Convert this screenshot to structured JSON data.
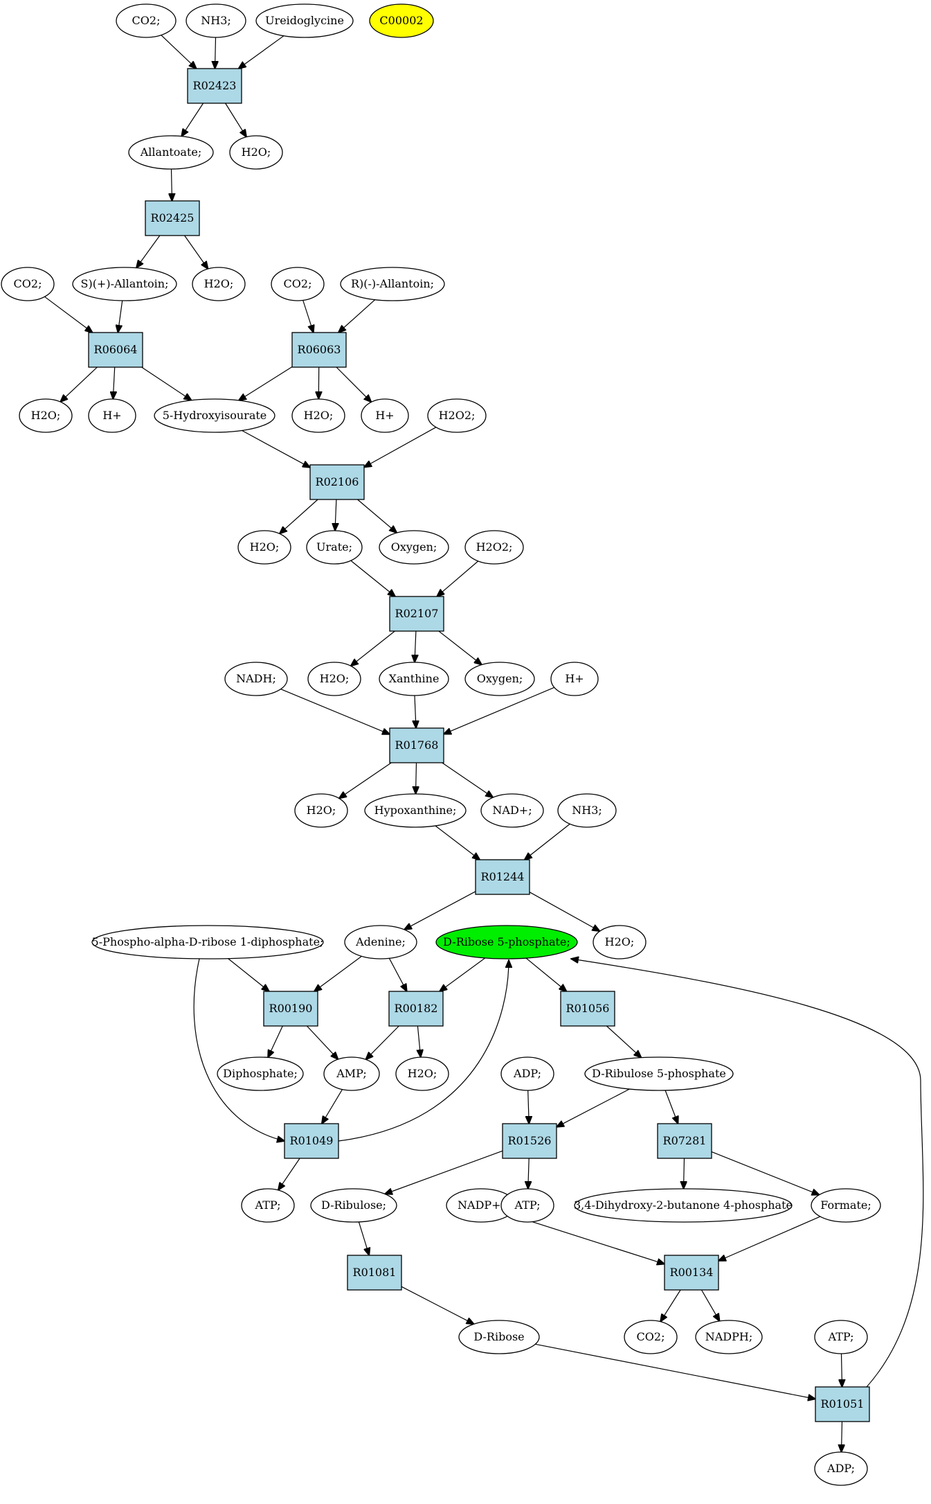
{
  "colors": {
    "reaction_fill": "#add8e6",
    "compound_fill": "#ffffff",
    "highlight_yellow": "#ffff00",
    "highlight_green": "#00ee00"
  },
  "reactions": [
    "R02423",
    "R02425",
    "R06064",
    "R06063",
    "R02106",
    "R02107",
    "R01768",
    "R01244",
    "R00190",
    "R00182",
    "R01056",
    "R01049",
    "R01526",
    "R07281",
    "R01081",
    "R00134",
    "R01051"
  ],
  "compounds": {
    "co2_top": "CO2;",
    "nh3_top": "NH3;",
    "ureidoglycine": "Ureidoglycine",
    "c00002": "C00002",
    "allantoate": "Allantoate;",
    "h2o_r02423": "H2O;",
    "s_allantoin": "S)(+)-Allantoin;",
    "h2o_r02425": "H2O;",
    "co2_r06064": "CO2;",
    "co2_r06063": "CO2;",
    "r_allantoin": "R)(-)-Allantoin;",
    "h2o_r06064": "H2O;",
    "hplus_r06064": "H+",
    "hydroxyisourate": "5-Hydroxyisourate",
    "h2o_r06063": "H2O;",
    "hplus_r06063": "H+",
    "h2o2_r02106": "H2O2;",
    "h2o_r02106": "H2O;",
    "urate": "Urate;",
    "oxygen_r02106": "Oxygen;",
    "h2o2_r02107": "H2O2;",
    "nadh": "NADH;",
    "h2o_r02107": "H2O;",
    "xanthine": "Xanthine",
    "oxygen_r02107": "Oxygen;",
    "hplus_r01768": "H+",
    "h2o_r01768": "H2O;",
    "hypoxanthine": "Hypoxanthine;",
    "nadplus": "NAD+;",
    "nh3_r01244": "NH3;",
    "prpp": "5-Phospho-alpha-D-ribose 1-diphosphate;",
    "adenine": "Adenine;",
    "ribose5p": "D-Ribose 5-phosphate;",
    "h2o_r01244": "H2O;",
    "diphosphate": "Diphosphate;",
    "amp": "AMP;",
    "h2o_r00182": "H2O;",
    "adp_r01526": "ADP;",
    "ribulose5p": "D-Ribulose 5-phosphate",
    "atp_r01049": "ATP;",
    "ribulose": "D-Ribulose;",
    "nadpplus": "NADP+;",
    "atp_r01526": "ATP;",
    "dhbp": "3,4-Dihydroxy-2-butanone 4-phosphate",
    "formate": "Formate;",
    "ribose": "D-Ribose",
    "co2_r00134": "CO2;",
    "nadph": "NADPH;",
    "atp_r01051": "ATP;",
    "adp_r01051": "ADP;"
  }
}
